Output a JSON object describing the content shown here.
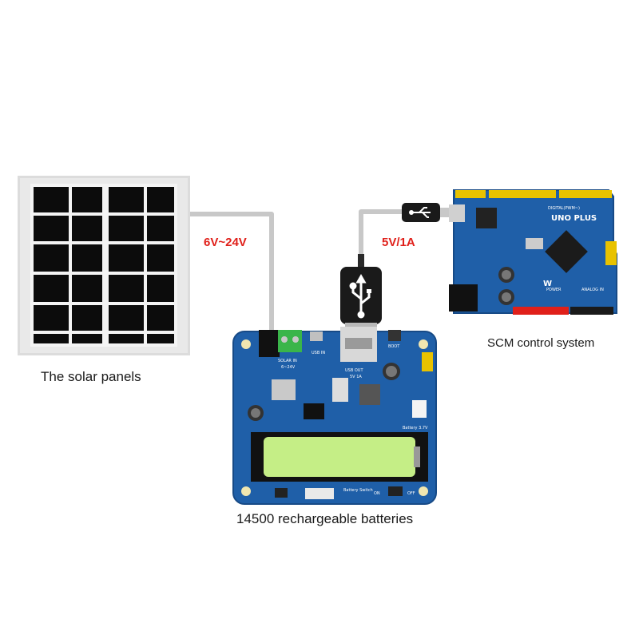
{
  "labels": {
    "solar": "The solar panels",
    "battery": "14500 rechargeable batteries",
    "scm": "SCM control system"
  },
  "voltages": {
    "solar_in": "6V~24V",
    "usb_out": "5V/1A"
  },
  "board": {
    "solar_in": "SOLAR IN",
    "solar_range": "6~24V",
    "usb_in": "USB IN",
    "usb_out": "USB OUT",
    "usb_out_rating": "5V 1A",
    "boot": "BOOT",
    "battery_label": "Battery 3.7V",
    "on": "ON",
    "off": "OFF",
    "battery_switch": "Battery Switch"
  },
  "mcu": {
    "title": "UNO PLUS",
    "digital": "DIGITAL(PWM~)",
    "analog": "ANALOG IN",
    "power": "POWER"
  },
  "colors": {
    "wire": "#c8c8c8",
    "pcb_blue": "#1f5fa8",
    "battery_green": "#c5ee86",
    "volt_red": "#e0201a"
  }
}
